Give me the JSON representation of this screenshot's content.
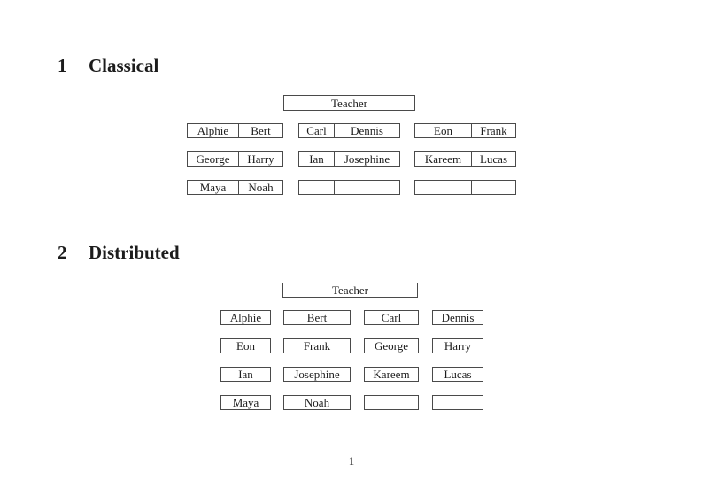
{
  "page": {
    "number": "1",
    "background_color": "#ffffff",
    "text_color": "#1c1c1c",
    "border_color": "#4a4a4a"
  },
  "sections": [
    {
      "number": "1",
      "title": "Classical"
    },
    {
      "number": "2",
      "title": "Distributed"
    }
  ],
  "classical": {
    "teacher_label": "Teacher",
    "desks": [
      {
        "left": "Alphie",
        "right": "Bert"
      },
      {
        "left": "Carl",
        "right": "Dennis"
      },
      {
        "left": "Eon",
        "right": "Frank"
      },
      {
        "left": "George",
        "right": "Harry"
      },
      {
        "left": "Ian",
        "right": "Josephine"
      },
      {
        "left": "Kareem",
        "right": "Lucas"
      },
      {
        "left": "Maya",
        "right": "Noah"
      },
      {
        "left": "",
        "right": ""
      },
      {
        "left": "",
        "right": ""
      }
    ]
  },
  "distributed": {
    "teacher_label": "Teacher",
    "seats": [
      "Alphie",
      "Bert",
      "Carl",
      "Dennis",
      "Eon",
      "Frank",
      "George",
      "Harry",
      "Ian",
      "Josephine",
      "Kareem",
      "Lucas",
      "Maya",
      "Noah",
      "",
      ""
    ]
  }
}
